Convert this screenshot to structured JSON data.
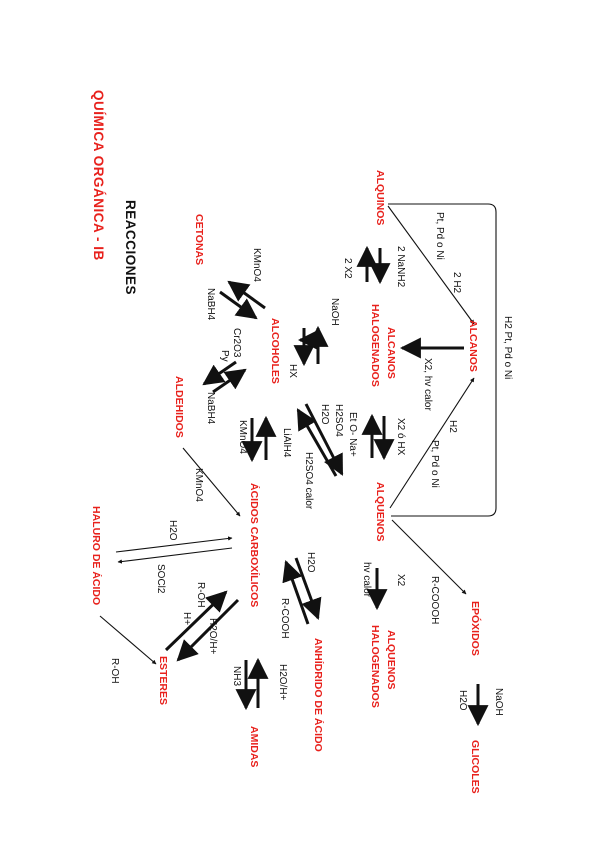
{
  "title": {
    "line1": "REACCIONES",
    "line2": "QUÍMICA ORGÁNICA - IB"
  },
  "nodes": {
    "alquinos": "ALQUINOS",
    "alcanos": "ALCANOS",
    "alcanos_halogenados_1": "ALCANOS",
    "alcanos_halogenados_2": "HALOGENADOS",
    "alquenos": "ALQUENOS",
    "alquenos_halogenados_1": "ALQUENOS",
    "alquenos_halogenados_2": "HALOGENADOS",
    "epoxidos": "EPÓXIDOS",
    "glicoles": "GLICOLES",
    "cetonas": "CETONAS",
    "alcoholes": "ALCOHOLES",
    "aldehidos": "ALDEHIDOS",
    "acidos_carboxilicos": "ÁCIDOS CARBOXÍLICOS",
    "anhidrido": "ANHÍDRIDO DE ÁCIDO",
    "haluro": "HALURO DE ÁCIDO",
    "esteres": "ESTERES",
    "amidas": "AMIDAS"
  },
  "reagents": {
    "h2_pt_top": "H2 Pt, Pd o Ni",
    "h2_alquinos_1": "2 H2",
    "h2_alquinos_2": "Pt, Pd o Ni",
    "nanh2": "2 NaNH2",
    "x2_alquinos": "2 X2",
    "x2_hv": "X2, hv calor",
    "h2_alquenos_1": "H2",
    "h2_alquenos_2": "Pt, Pd o Ni",
    "x2_hx": "X2 ó HX",
    "eto_na": "Et O- Na+",
    "naoh": "NaOH",
    "hx": "HX",
    "h2so4_1": "H2SO4",
    "h2so4_2": "H2O",
    "h2so4_calor": "H2SO4 calor",
    "kmno4_ket": "KMnO4",
    "nabh4_ket": "NaBH4",
    "cr2o3": "Cr2O3",
    "py": "Py",
    "nabh4_ald": "NaBH4",
    "kmno4_acid": "KMnO4",
    "lialh4": "LiAlH4",
    "kmno4_ald": "KMnO4",
    "x2_alq_hal": "X2",
    "hv_calor": "hv calor",
    "rcoooh": "R-COOOH",
    "naoh_glic": "NaOH",
    "h2o_glic": "H2O",
    "h2o_anh": "H2O",
    "rcooh": "R-COOH",
    "h2o_hal": "H2O",
    "socl2": "SOCl2",
    "roh_est": "R-OH",
    "hplus": "H+",
    "h2o_h_est": "H2O/H+",
    "roh_hal": "R-OH",
    "h2o_h_am": "H2O/H+",
    "nh3": "NH3"
  }
}
